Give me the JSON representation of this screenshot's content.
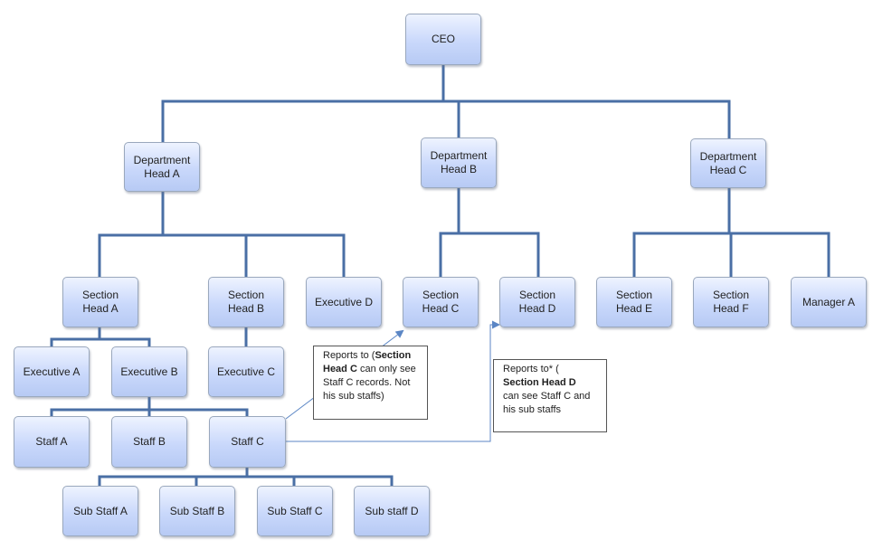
{
  "nodes": {
    "ceo": "CEO",
    "dept_head_a": "Department\nHead A",
    "dept_head_b": "Department\nHead B",
    "dept_head_c": "Department\nHead C",
    "section_head_a": "Section\nHead A",
    "section_head_b": "Section\nHead B",
    "executive_d": "Executive D",
    "section_head_c": "Section\nHead C",
    "section_head_d": "Section\nHead D",
    "section_head_e": "Section\nHead E",
    "section_head_f": "Section\nHead F",
    "manager_a": "Manager A",
    "executive_a": "Executive A",
    "executive_b": "Executive B",
    "executive_c": "Executive C",
    "staff_a": "Staff A",
    "staff_b": "Staff B",
    "staff_c": "Staff C",
    "sub_staff_a": "Sub Staff A",
    "sub_staff_b": "Sub Staff B",
    "sub_staff_c": "Sub Staff C",
    "sub_staff_d": "Sub staff D"
  },
  "notes": {
    "note_c": {
      "prefix": "Reports to (",
      "bold": "Section Head C",
      "suffix": " can only see Staff C records. Not his sub staffs)"
    },
    "note_d": {
      "prefix": "Reports to* (",
      "bold": "Section Head D",
      "suffix": "can see Staff C and his sub staffs"
    }
  },
  "colors": {
    "connector": "#4a6fa5",
    "arrow": "#5b86c5",
    "node_top": "#eef3ff",
    "node_bottom": "#b7caf4",
    "node_border": "#9aa8bd"
  }
}
